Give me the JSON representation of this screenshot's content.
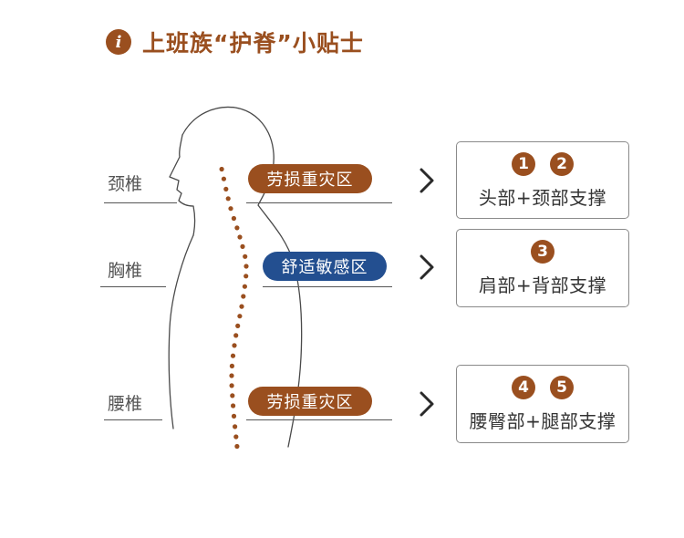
{
  "title": "上班族“护脊”小贴士",
  "colors": {
    "accent": "#9a4f1f",
    "blue": "#234f90",
    "text": "#444444"
  },
  "icons": {
    "title": "info-icon",
    "arrow": "chevron-right-icon"
  },
  "title_icon_glyph": "i",
  "sections": [
    {
      "label": "颈椎",
      "zone": "劳损重灾区",
      "zone_color": "brown",
      "badges": [
        "1",
        "2"
      ],
      "tip": "头部+颈部支撑"
    },
    {
      "label": "胸椎",
      "zone": "舒适敏感区",
      "zone_color": "blue",
      "badges": [
        "3"
      ],
      "tip": "肩部+背部支撑"
    },
    {
      "label": "腰椎",
      "zone": "劳损重灾区",
      "zone_color": "brown",
      "badges": [
        "4",
        "5"
      ],
      "tip": "腰臀部+腿部支撑"
    }
  ]
}
